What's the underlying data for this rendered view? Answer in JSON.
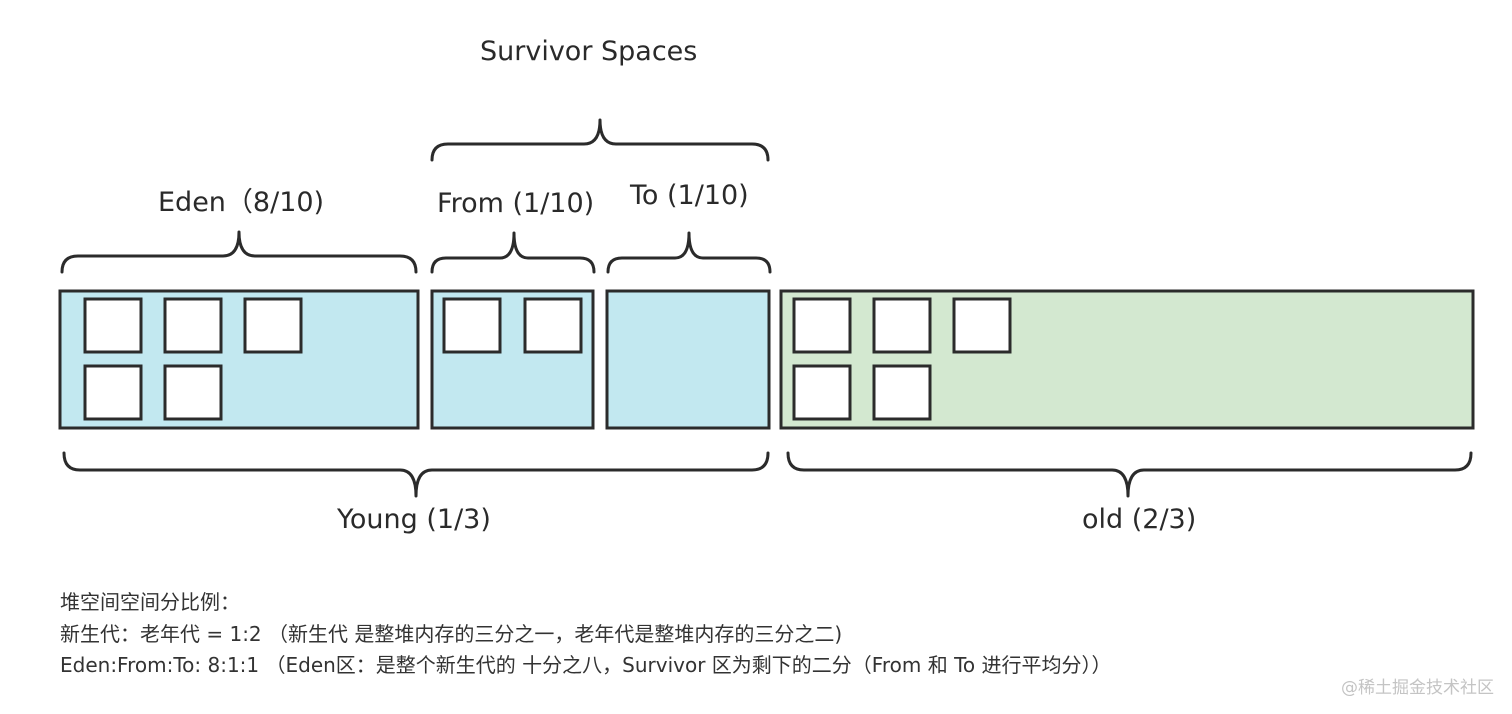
{
  "labels": {
    "survivor_spaces": "Survivor Spaces",
    "eden": "Eden（8/10)",
    "from": "From (1/10)",
    "to": "To (1/10)",
    "young": "Young (1/3)",
    "old": "old (2/3)"
  },
  "notes": [
    "堆空间空间分比例：",
    "新生代：老年代 = 1:2 （新生代 是整堆内存的三分之一，老年代是整堆内存的三分之二)",
    "Eden:From:To: 8:1:1 （Eden区：是整个新生代的 十分之八，Survivor 区为剩下的二分（From 和 To 进行平均分））"
  ],
  "watermark": "@稀土掘金技术社区",
  "colors": {
    "young_fill": "#c2e8f0",
    "old_fill": "#d3e8d0",
    "stroke": "#2b2b2b",
    "object_fill": "#ffffff"
  },
  "regions": {
    "eden": {
      "objects": 5
    },
    "from": {
      "objects": 2
    },
    "to": {
      "objects": 0
    },
    "old": {
      "objects": 5
    }
  }
}
